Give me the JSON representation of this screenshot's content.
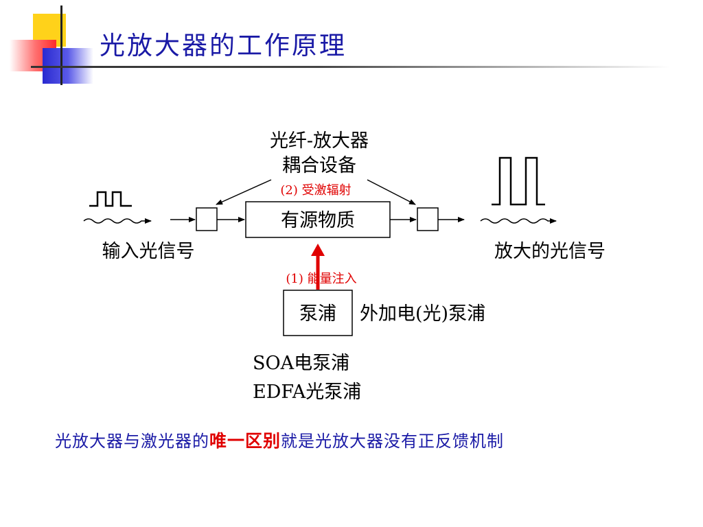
{
  "slide": {
    "title": "光放大器的工作原理"
  },
  "diagram": {
    "coupler_label_line1": "光纤-放大器",
    "coupler_label_line2": "耦合设备",
    "stimulated_emission": "(2) 受激辐射",
    "active_medium": "有源物质",
    "input_label": "输入光信号",
    "output_label": "放大的光信号",
    "energy_injection": "(1) 能量注入",
    "pump": "泵浦",
    "external_pump": "外加电(光)泵浦",
    "soa_label": "SOA电泵浦",
    "edfa_label": "EDFA光泵浦",
    "colors": {
      "text": "#000000",
      "accent": "#e00000",
      "title": "#1a1aa6"
    }
  },
  "conclusion": {
    "prefix": "光放大器与激光器的",
    "highlight": "唯一区别",
    "suffix": "就是光放大器没有正反馈机制"
  }
}
